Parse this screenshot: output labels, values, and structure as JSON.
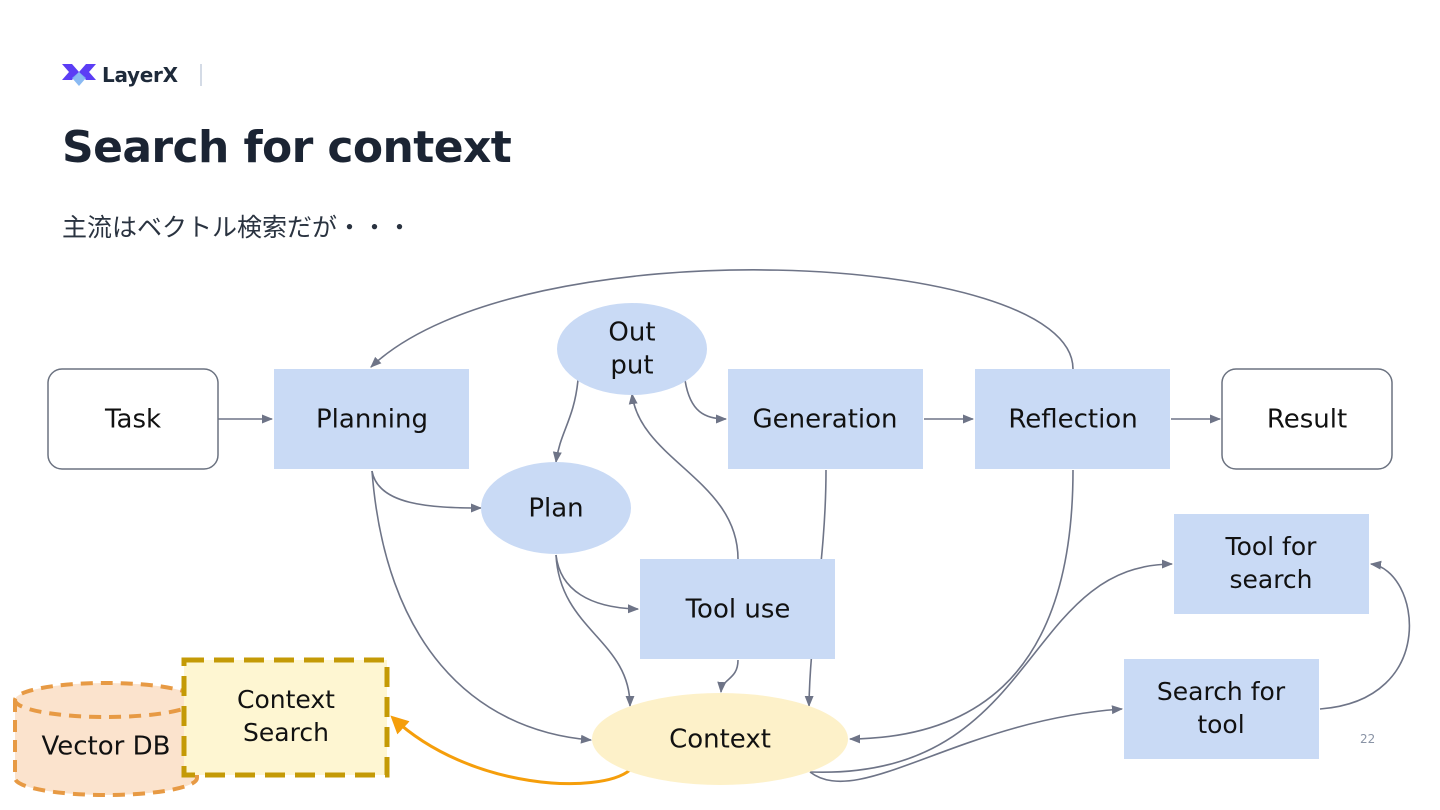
{
  "brand": {
    "name": "LayerX",
    "accent_color": "#5b3df5"
  },
  "slide": {
    "title": "Search for context",
    "subtitle": "主流はベクトル検索だが・・・",
    "page_number": "22"
  },
  "diagram": {
    "nodes": {
      "task": "Task",
      "planning": "Planning",
      "output": [
        "Out",
        "put"
      ],
      "generation": "Generation",
      "reflection": "Reflection",
      "result": "Result",
      "plan": "Plan",
      "tool_use": "Tool use",
      "tool_for_search": [
        "Tool for",
        "search"
      ],
      "search_for_tool": [
        "Search for",
        "tool"
      ],
      "context": "Context",
      "context_search": [
        "Context",
        "Search"
      ],
      "vector_db": "Vector DB"
    },
    "colors": {
      "process_box": "#c9daf5",
      "terminal_border": "#6b7280",
      "context_fill": "#fdf1c9",
      "context_search_fill": "#fef6d2",
      "context_search_border": "#c49a06",
      "vector_db_fill": "#fbe3cd",
      "vector_db_border": "#e79a44",
      "edge": "#6e7487",
      "highlight_edge": "#f59e0b"
    }
  }
}
